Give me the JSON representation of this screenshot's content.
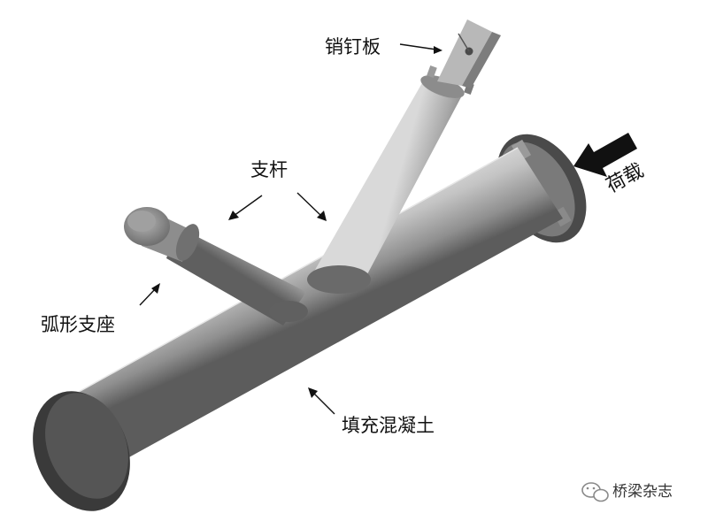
{
  "labels": {
    "pin_plate": "销钉板",
    "brace": "支杆",
    "arc_support": "弧形支座",
    "load": "荷载",
    "infill_concrete": "填充混凝土"
  },
  "watermark": {
    "text": "桥梁杂志",
    "icon": "wechat-icon"
  },
  "colors": {
    "steel_light": "#cfcfcf",
    "steel_mid": "#a8a8a8",
    "steel_dark": "#5a5a5a",
    "end_plate": "#3a3a3a",
    "arrow": "#111111"
  }
}
